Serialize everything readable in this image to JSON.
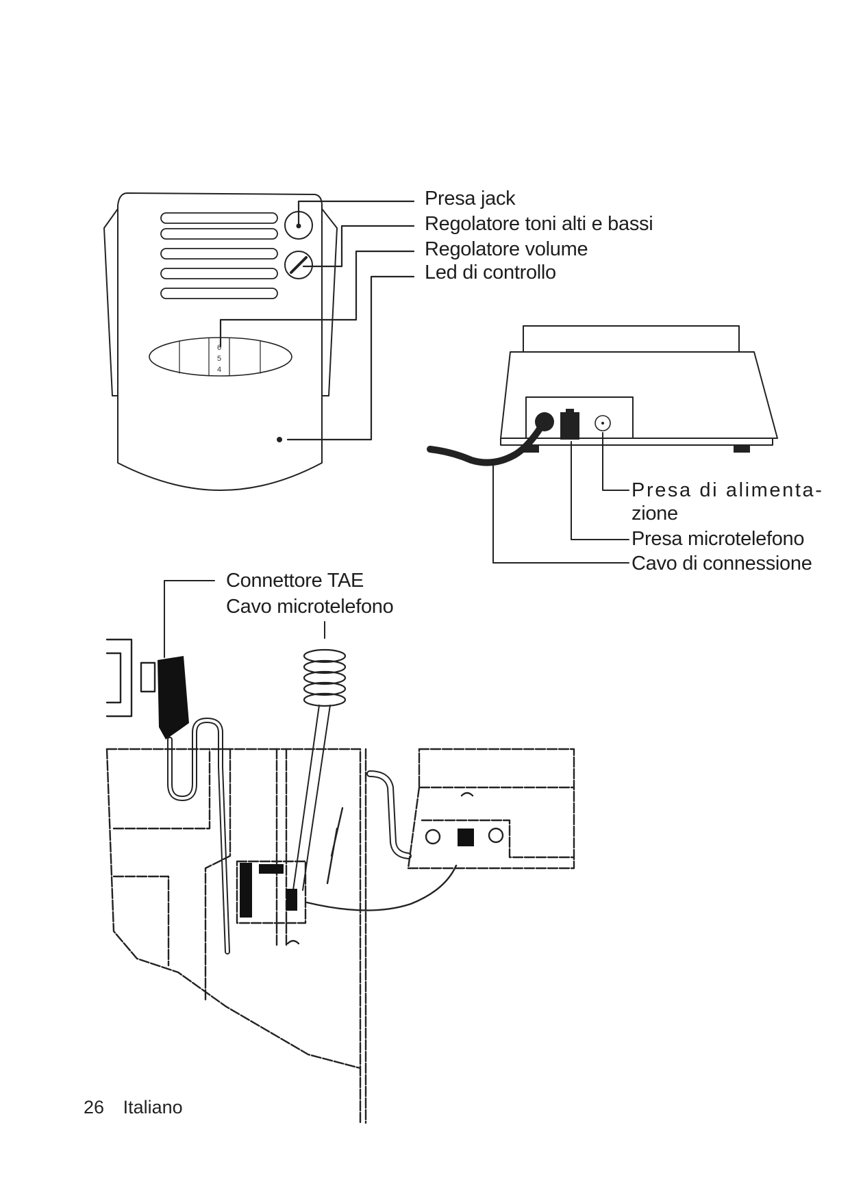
{
  "page": {
    "language": "Italiano",
    "page_number": "26"
  },
  "figure_top": {
    "device_display_digits": [
      "6",
      "5",
      "4"
    ],
    "labels": [
      {
        "id": "jack",
        "text": "Presa jack"
      },
      {
        "id": "tone",
        "text": "Regolatore toni alti e bassi"
      },
      {
        "id": "volume",
        "text": "Regolatore volume"
      },
      {
        "id": "led",
        "text": "Led di controllo"
      }
    ]
  },
  "figure_base": {
    "labels": [
      {
        "id": "power_1",
        "text": "Presa di alimenta-"
      },
      {
        "id": "power_2",
        "text": "zione"
      },
      {
        "id": "handset_socket",
        "text": "Presa microtelefono"
      },
      {
        "id": "connection_cable",
        "text": "Cavo di connessione"
      }
    ]
  },
  "figure_install": {
    "labels": [
      {
        "id": "tae",
        "text": "Connettore TAE"
      },
      {
        "id": "handset_cable",
        "text": "Cavo microtelefono"
      }
    ]
  },
  "footer": {
    "page_number": "26",
    "language": "Italiano"
  }
}
